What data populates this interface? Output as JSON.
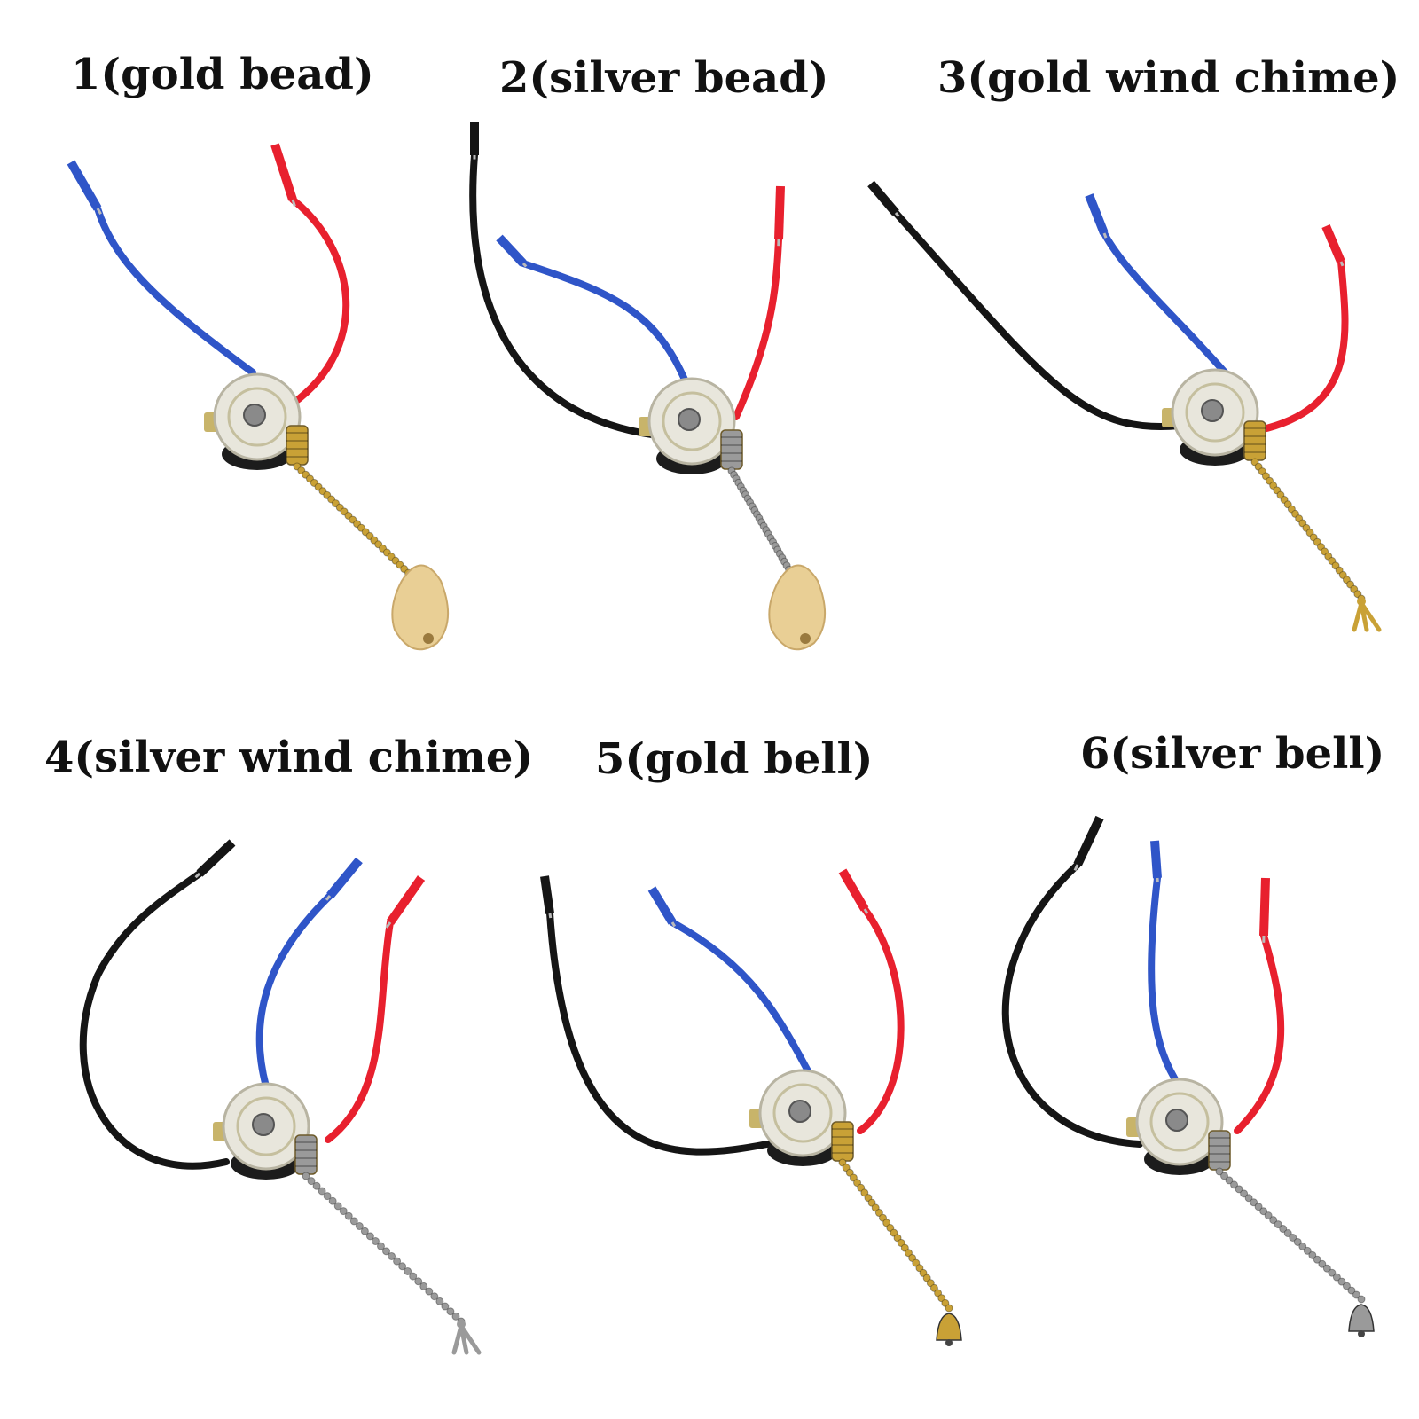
{
  "labels": [
    {
      "text": "1(gold bead)"
    },
    {
      "text": "2(silver bead)"
    },
    {
      "text": "3(gold wind chime)"
    },
    {
      "text": "4(silver wind chime)"
    },
    {
      "text": "5(gold bell)"
    },
    {
      "text": "6(silver bell)"
    }
  ],
  "colors": {
    "wire_blue": "#2f55c8",
    "wire_red": "#e8202e",
    "wire_black": "#151515",
    "gold": "#c9a136",
    "silver": "#9a9a9a",
    "wood": "#e9cf95"
  },
  "items": [
    {
      "chain_finish": "gold",
      "pendant": "bead"
    },
    {
      "chain_finish": "silver",
      "pendant": "bead"
    },
    {
      "chain_finish": "gold",
      "pendant": "wind-chime"
    },
    {
      "chain_finish": "silver",
      "pendant": "wind-chime"
    },
    {
      "chain_finish": "gold",
      "pendant": "bell"
    },
    {
      "chain_finish": "silver",
      "pendant": "bell"
    }
  ]
}
